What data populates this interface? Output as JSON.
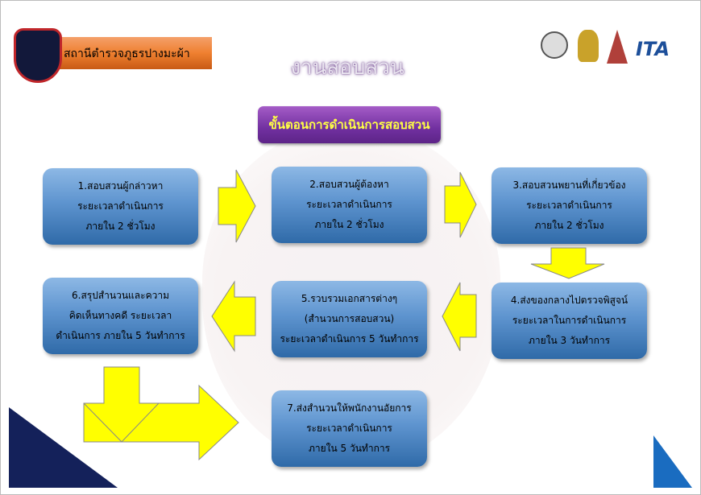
{
  "header": {
    "station_name": "สถานีตำรวจภูธรปางมะผ้า",
    "title": "งานสอบสวน",
    "section_button": "ขั้นตอนการดำเนินการสอบสวน",
    "itp_logo": "ITA"
  },
  "steps": [
    {
      "lines": [
        "1.สอบสวนผู้กล่าวหา",
        "ระยะเวลาดำเนินการ",
        "ภายใน 2 ชั่วโมง"
      ]
    },
    {
      "lines": [
        "2.สอบสวนผู้ต้องหา",
        "ระยะเวลาดำเนินการ",
        "ภายใน 2 ชั่วโมง"
      ]
    },
    {
      "lines": [
        "3.สอบสวนพยานที่เกี่ยวข้อง",
        "ระยะเวลาดำเนินการ",
        "ภายใน 2 ชั่วโมง"
      ]
    },
    {
      "lines": [
        "4.ส่งของกลางไปตรวจพิสูจน์",
        "ระยะเวลาในการดำเนินการ",
        "ภายใน 3 วันทำการ"
      ]
    },
    {
      "lines": [
        "5.รวบรวมเอกสารต่างๆ",
        "(สำนวนการสอบสวน)",
        "ระยะเวลาดำเนินการ 5 วันทำการ"
      ]
    },
    {
      "lines": [
        "6.สรุปสำนวนและความ",
        "คิดเห็นทางคดี ระยะเวลา",
        "ดำเนินการ ภายใน 5 วันทำการ"
      ]
    },
    {
      "lines": [
        "7.ส่งสำนวนให้พนักงานอัยการ",
        "ระยะเวลาดำเนินการ",
        "ภายใน 5 วันทำการ"
      ]
    }
  ],
  "colors": {
    "arrow": "#ffff00",
    "box": "#5e94cf",
    "purple": "#7130a0",
    "navy": "#14215a",
    "blue": "#1a6cc0"
  }
}
